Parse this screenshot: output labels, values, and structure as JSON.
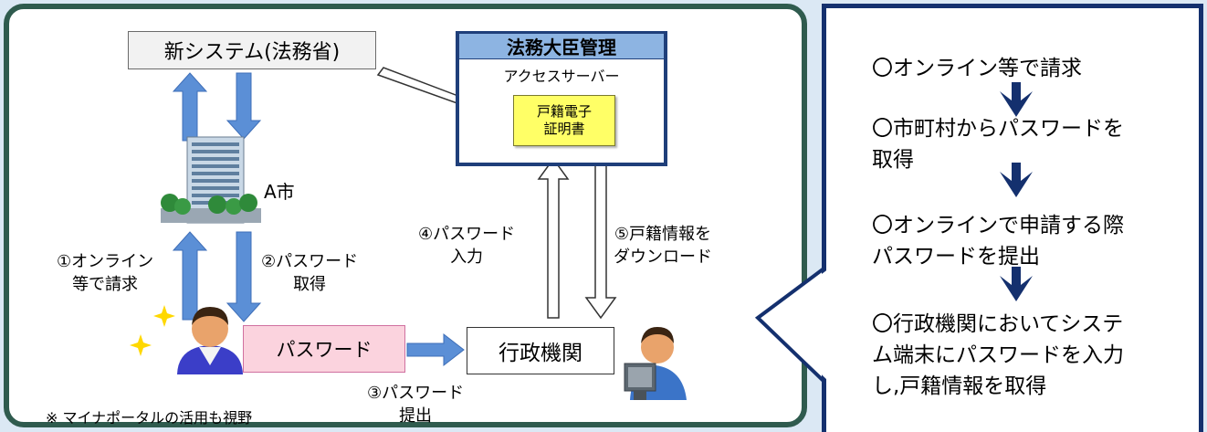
{
  "diagram": {
    "new_system": "新システム(法務省)",
    "minister_title": "法務大臣管理",
    "access_server": "アクセスサーバー",
    "koseki_doc_line1": "戸籍電子",
    "koseki_doc_line2": "証明書",
    "city_label": "A市",
    "password_box": "パスワード",
    "admin_box": "行政機関",
    "step1_line1": "①オンライン",
    "step1_line2": "等で請求",
    "step2_line1": "②パスワード",
    "step2_line2": "取得",
    "step3_line1": "③パスワード",
    "step3_line2": "提出",
    "step4_line1": "④パスワード",
    "step4_line2": "入力",
    "step5_line1": "⑤戸籍情報を",
    "step5_line2": "ダウンロード",
    "note": "※ マイナポータルの活用も視野"
  },
  "flow_steps": {
    "s1_line1": "〇オンライン等で請求",
    "s2_line1": "〇市町村からパスワードを",
    "s2_line2": "取得",
    "s3_line1": "〇オンラインで申請する際",
    "s3_line2": "パスワードを提出",
    "s4_line1": "〇行政機関においてシステ",
    "s4_line2": "ム端末にパスワードを入力",
    "s4_line3": "し,戸籍情報を取得"
  },
  "colors": {
    "panel_border": "#2f5b4e",
    "blue_arrow": "#5b8fd6",
    "navy": "#14306e",
    "doc_yellow": "#ffff66",
    "password_pink": "#fbd3de"
  }
}
